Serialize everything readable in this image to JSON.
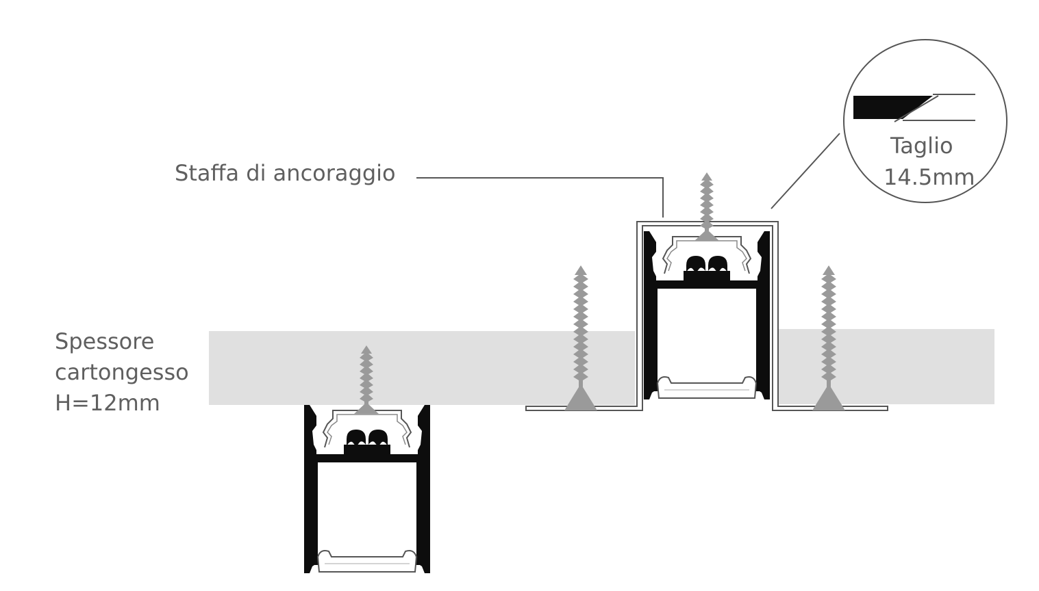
{
  "labels": {
    "bracket": "Staffa di ancoraggio",
    "drywall_line1": "Spessore",
    "drywall_line2": "cartongesso",
    "drywall_line3": "H=12mm",
    "cut_line1": "Taglio",
    "cut_line2": "14.5mm"
  },
  "colors": {
    "text": "#5f5f5f",
    "drywall": "#e0e0e0",
    "profile": "#0d0d0d",
    "screw": "#9a9a9a",
    "line": "#555555"
  }
}
